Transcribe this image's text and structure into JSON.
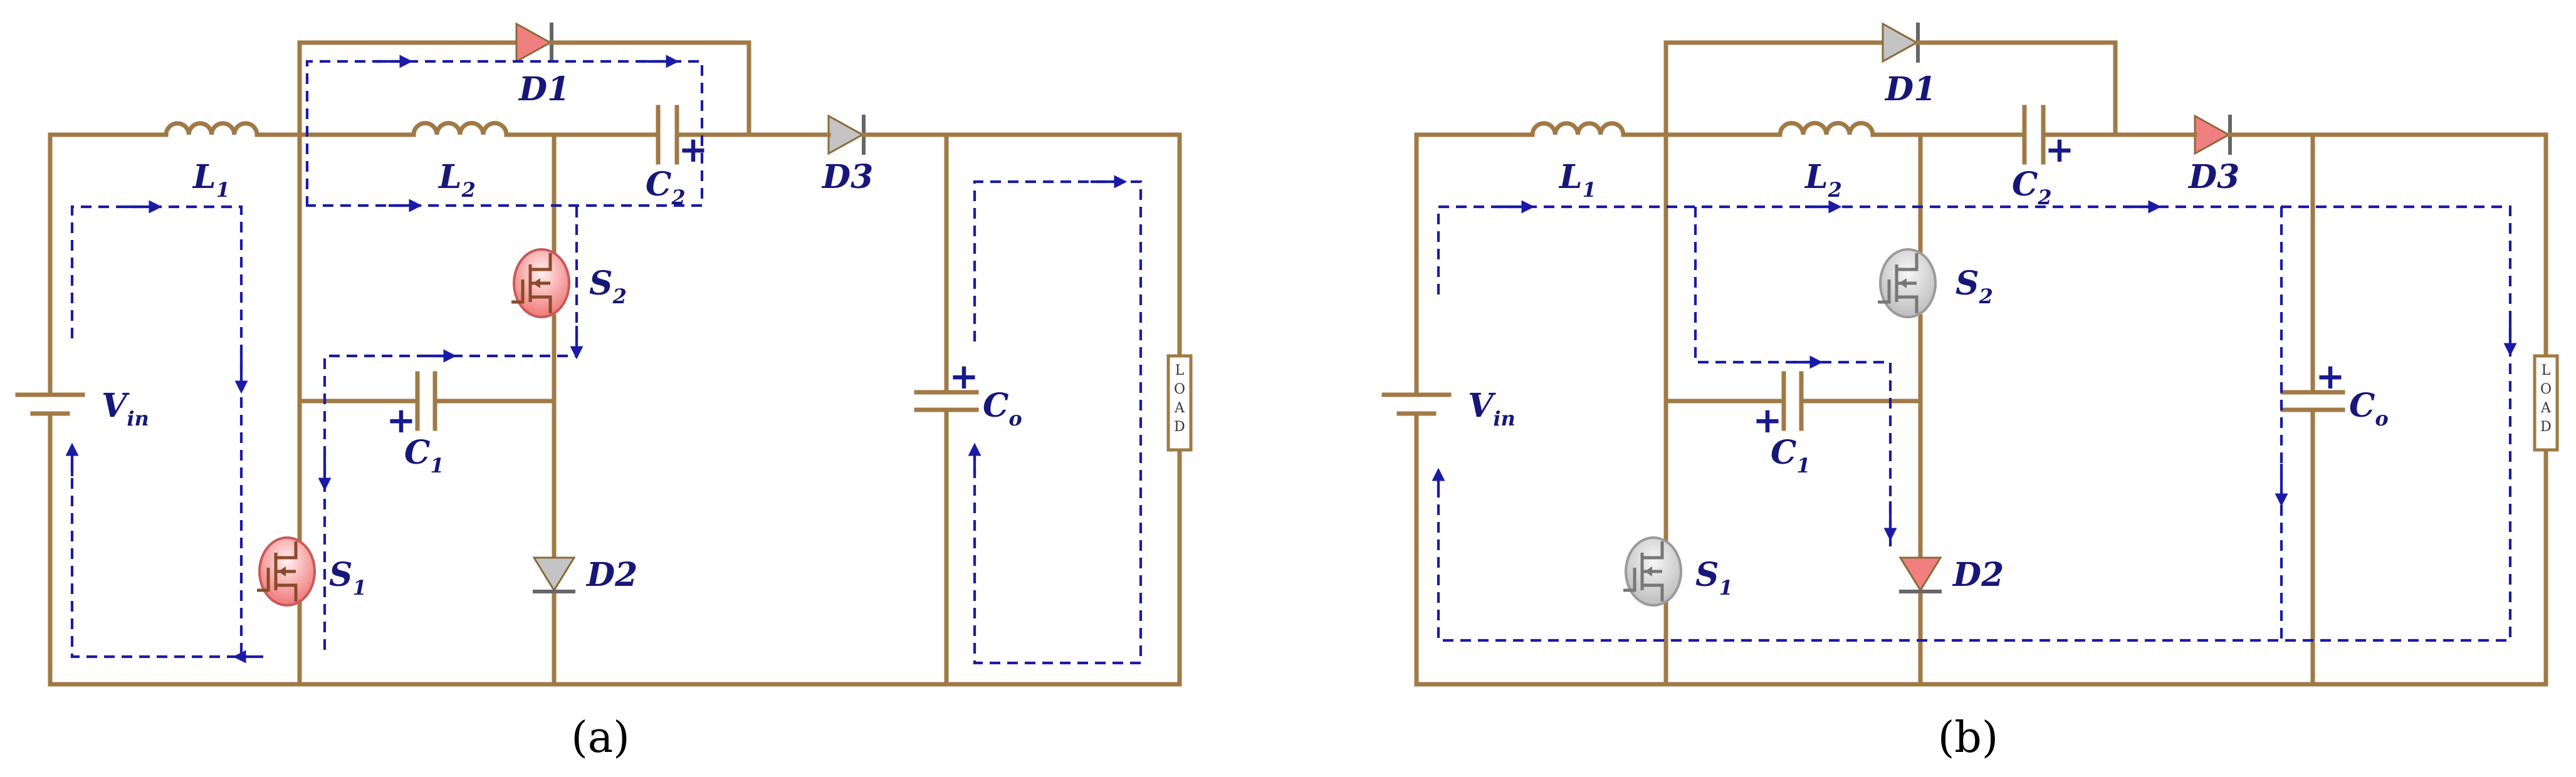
{
  "captions": [
    "(a)",
    "(b)"
  ],
  "panels": [
    {
      "id": "a",
      "labels": {
        "L1": [
          "L",
          "1"
        ],
        "L2": [
          "L",
          "2"
        ],
        "C1": [
          "C",
          "1"
        ],
        "C2": [
          "C",
          "2"
        ],
        "Co": [
          "C",
          "o"
        ],
        "D1": "D1",
        "D2": "D2",
        "D3": "D3",
        "S1": [
          "S",
          "1"
        ],
        "S2": [
          "S",
          "2"
        ],
        "Vin": [
          "V",
          "in"
        ]
      },
      "load": "LOAD",
      "states": {
        "S1": "on",
        "S2": "on",
        "D1": "on",
        "D2": "off",
        "D3": "off"
      }
    },
    {
      "id": "b",
      "labels": {
        "L1": [
          "L",
          "1"
        ],
        "L2": [
          "L",
          "2"
        ],
        "C1": [
          "C",
          "1"
        ],
        "C2": [
          "C",
          "2"
        ],
        "Co": [
          "C",
          "o"
        ],
        "D1": "D1",
        "D2": "D2",
        "D3": "D3",
        "S1": [
          "S",
          "1"
        ],
        "S2": [
          "S",
          "2"
        ],
        "Vin": [
          "V",
          "in"
        ]
      },
      "load": "LOAD",
      "states": {
        "S1": "off",
        "S2": "off",
        "D1": "off",
        "D2": "on",
        "D3": "on"
      }
    }
  ],
  "colors": {
    "wire": "#a07a45",
    "flow": "#1a1aa8",
    "on": "#f08080",
    "off": "#c4c4c4",
    "label": "#17177a"
  }
}
